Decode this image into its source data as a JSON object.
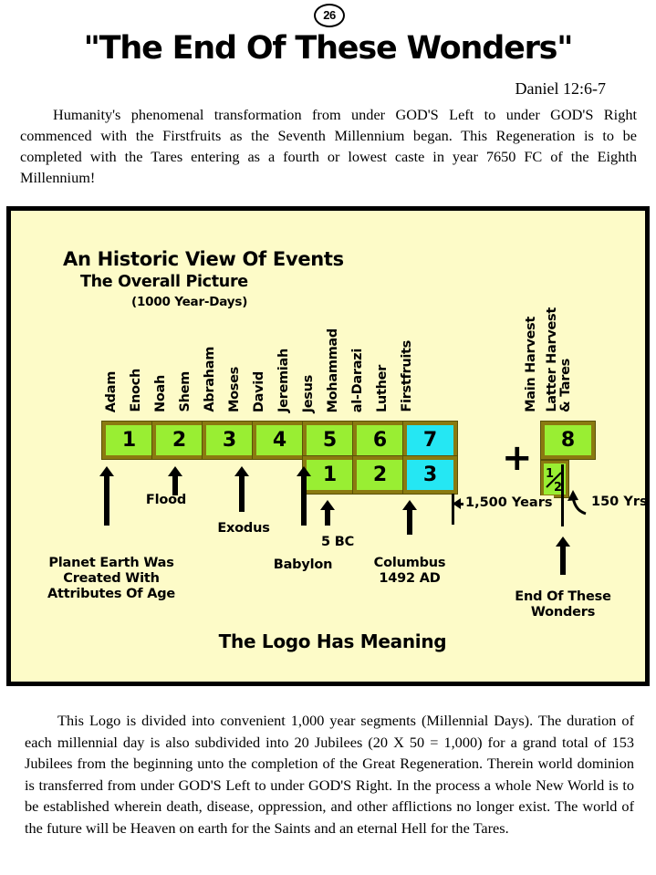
{
  "page_number": "26",
  "title": "\"The End Of These Wonders\"",
  "scripture_reference": "Daniel 12:6-7",
  "intro_paragraph": "Humanity's phenomenal transformation from under GOD'S Left to under GOD'S Right commenced with the Firstfruits as the Seventh Millennium began.  This Regeneration is to be completed with the Tares entering as a fourth or lowest caste in year 7650 FC of the Eighth Millennium!",
  "closing_paragraph": "This Logo is divided into convenient 1,000 year segments (Millennial Days).  The duration of each millennial day is also subdivided into 20 Jubilees (20 X 50 = 1,000) for a grand total of 153 Jubilees from the beginning unto the completion of the Great Regeneration.  Therein world dominion is transferred from under GOD'S Left to under GOD'S Right.  In the process a whole New World is to be established wherein death, disease, oppression, and other afflictions no longer exist.  The world of the future will be Heaven on earth for the Saints and an eternal Hell for the Tares.",
  "diagram": {
    "heading_1": "An Historic View Of Events",
    "heading_2": "The Overall Picture",
    "heading_3": "(1000 Year-Days)",
    "footer": "The Logo Has Meaning",
    "colors": {
      "panel_background": "#FDFBC8",
      "panel_border": "#000000",
      "box_fill_green": "#99EE33",
      "box_fill_cyan": "#25E7F3",
      "box_border": "#8A7A10"
    },
    "plus_sign": "+",
    "era_labels": [
      "Adam",
      "Enoch",
      "Noah",
      "Shem",
      "Abraham",
      "Moses",
      "David",
      "Jeremiah",
      "Jesus",
      "Mohammad",
      "al-Darazi",
      "Luther",
      "Firstfruits"
    ],
    "harvest_labels": [
      "Main Harvest",
      "Latter Harvest\n& Tares"
    ],
    "harvest_label_1": "Main Harvest",
    "harvest_label_2a": "Latter Harvest",
    "harvest_label_2b": "& Tares",
    "top_row_boxes": [
      {
        "label": "1",
        "color": "green"
      },
      {
        "label": "2",
        "color": "green"
      },
      {
        "label": "3",
        "color": "green"
      },
      {
        "label": "4",
        "color": "green"
      },
      {
        "label": "5",
        "color": "green"
      },
      {
        "label": "6",
        "color": "green"
      },
      {
        "label": "7",
        "color": "cyan"
      }
    ],
    "bottom_row_boxes": [
      {
        "label": "1",
        "color": "green"
      },
      {
        "label": "2",
        "color": "green"
      },
      {
        "label": "3",
        "color": "cyan"
      }
    ],
    "eighth_box": {
      "label": "8",
      "color": "green"
    },
    "half_box": {
      "numerator": "1",
      "denominator": "2",
      "color": "green"
    },
    "annotations": {
      "planet_earth": "Planet Earth Was\nCreated With\nAttributes Of Age",
      "planet_earth_l1": "Planet Earth Was",
      "planet_earth_l2": "Created With",
      "planet_earth_l3": "Attributes Of Age",
      "flood": "Flood",
      "exodus": "Exodus",
      "babylon": "Babylon",
      "five_bc": "5 BC",
      "columbus_l1": "Columbus",
      "columbus_l2": "1492 AD",
      "end_of_wonders_l1": "End Of These",
      "end_of_wonders_l2": "Wonders",
      "span_1500": "1,500 Years",
      "span_150": "150 Yrs"
    }
  }
}
